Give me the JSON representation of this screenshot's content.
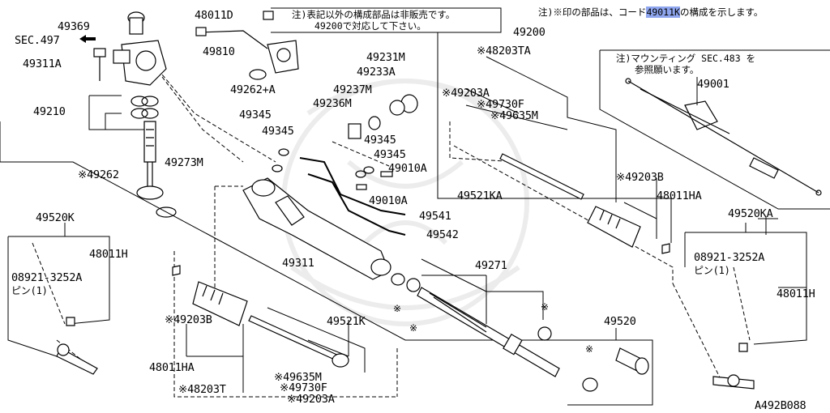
{
  "diagram_code": "A492B088",
  "notes": {
    "top_right_prefix": "注)※印の部品は、コード",
    "top_right_code": "49011K",
    "top_right_suffix": "の構成を示します。",
    "box_line1": "注)表記以外の構成部品は非販売です。",
    "box_line2": "49200で対応して下さい。",
    "mount_line1": "注)マウンティング SEC.483 を",
    "mount_line2": "参照願います。"
  },
  "sec_ref": "SEC.497",
  "labels": {
    "p49369": "49369",
    "p49311A": "49311A",
    "p49210": "49210",
    "p49262": "※49262",
    "p49273M": "49273M",
    "p48011D": "48011D",
    "p49810": "49810",
    "p49262A": "49262+A",
    "p49231M": "49231M",
    "p49233A": "49233A",
    "p49237M": "49237M",
    "p49236M": "49236M",
    "p49345a": "49345",
    "p49345b": "49345",
    "p49345c": "49345",
    "p49345d": "49345",
    "p49010A_a": "49010A",
    "p49010A_b": "49010A",
    "p49541": "49541",
    "p49542": "49542",
    "p49311": "49311",
    "p49200": "49200",
    "p48203TA": "※48203TA",
    "p49203A_top": "※49203A",
    "p49730F_top": "※49730F",
    "p49635M_top": "※49635M",
    "p49521KA": "49521KA",
    "p49203B_right": "※49203B",
    "p48011HA_right": "48011HA",
    "p49001": "49001",
    "p49520KA": "49520KA",
    "p08921_right": "08921-3252A",
    "pin_right": "ピン(1)",
    "p48011H_right": "48011H",
    "p49520K": "49520K",
    "p48011H_left": "48011H",
    "p08921_left": "08921-3252A",
    "pin_left": "ピン(1)",
    "p49271": "49271",
    "p49520": "49520",
    "p49521K": "49521K",
    "p49203B_left": "※49203B",
    "p48011HA_left": "48011HA",
    "p48203T": "※48203T",
    "p49635M_bot": "※49635M",
    "p49730F_bot": "※49730F",
    "p49203A_bot": "※49203A",
    "star1": "※",
    "star2": "※",
    "star3": "※",
    "star4": "※"
  }
}
